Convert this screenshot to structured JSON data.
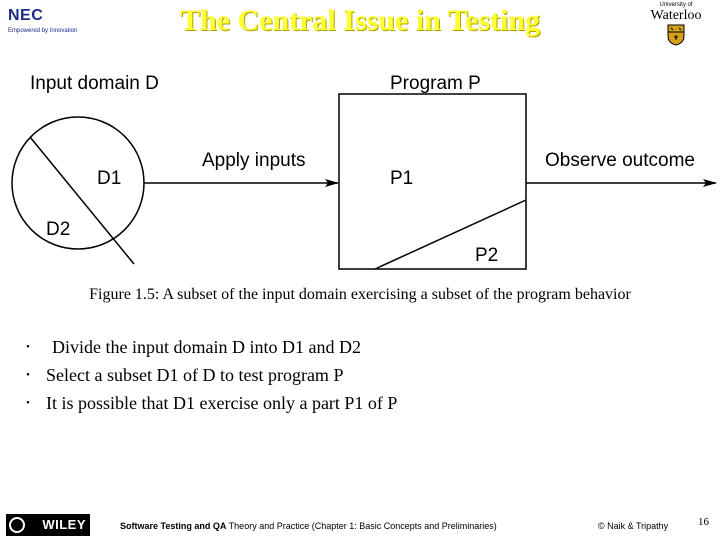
{
  "header": {
    "title": "The Central Issue in Testing",
    "left_logo": {
      "name": "NEC",
      "tagline": "Empowered by Innovation"
    },
    "right_logo": {
      "line1": "University of",
      "line2": "Waterloo"
    }
  },
  "diagram": {
    "input_domain_label": "Input domain D",
    "program_label": "Program P",
    "d1_label": "D1",
    "d2_label": "D2",
    "apply_inputs_label": "Apply inputs",
    "p1_label": "P1",
    "p2_label": "P2",
    "observe_outcome_label": "Observe outcome"
  },
  "caption": "Figure 1.5: A subset of the input domain exercising a subset of the program behavior",
  "bullets": [
    "Divide the input domain D into D1 and D2",
    "Select a subset D1 of D to test program P",
    "It is possible that D1 exercise only a part P1 of P"
  ],
  "footer": {
    "publisher": "WILEY",
    "book_title": "Software Testing and QA",
    "book_rest": " Theory and Practice (Chapter 1: Basic Concepts and Preliminaries)",
    "copyright": "© Naik & Tripathy",
    "page_number": "16"
  },
  "colors": {
    "title": "#ffff33",
    "nec_blue": "#1a2b8a",
    "uw_gold": "#d4a017"
  }
}
